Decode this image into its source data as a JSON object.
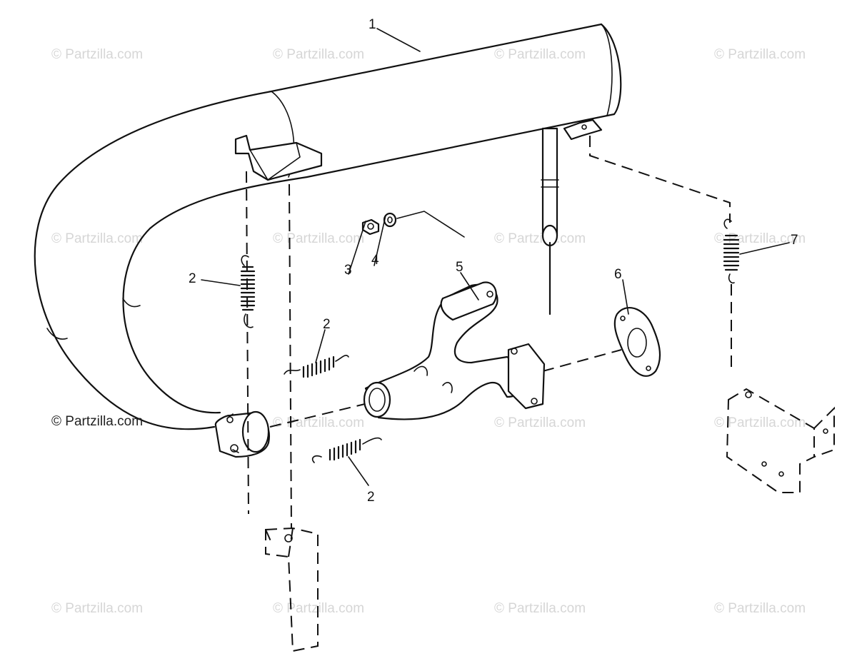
{
  "watermark": "© Partzilla.com",
  "callouts": {
    "muffler": "1",
    "spring_left_upper": "2",
    "spring_middle": "2",
    "spring_lower": "2",
    "nut": "3",
    "washer": "4",
    "manifold": "5",
    "gasket": "6",
    "spring_right": "7"
  }
}
